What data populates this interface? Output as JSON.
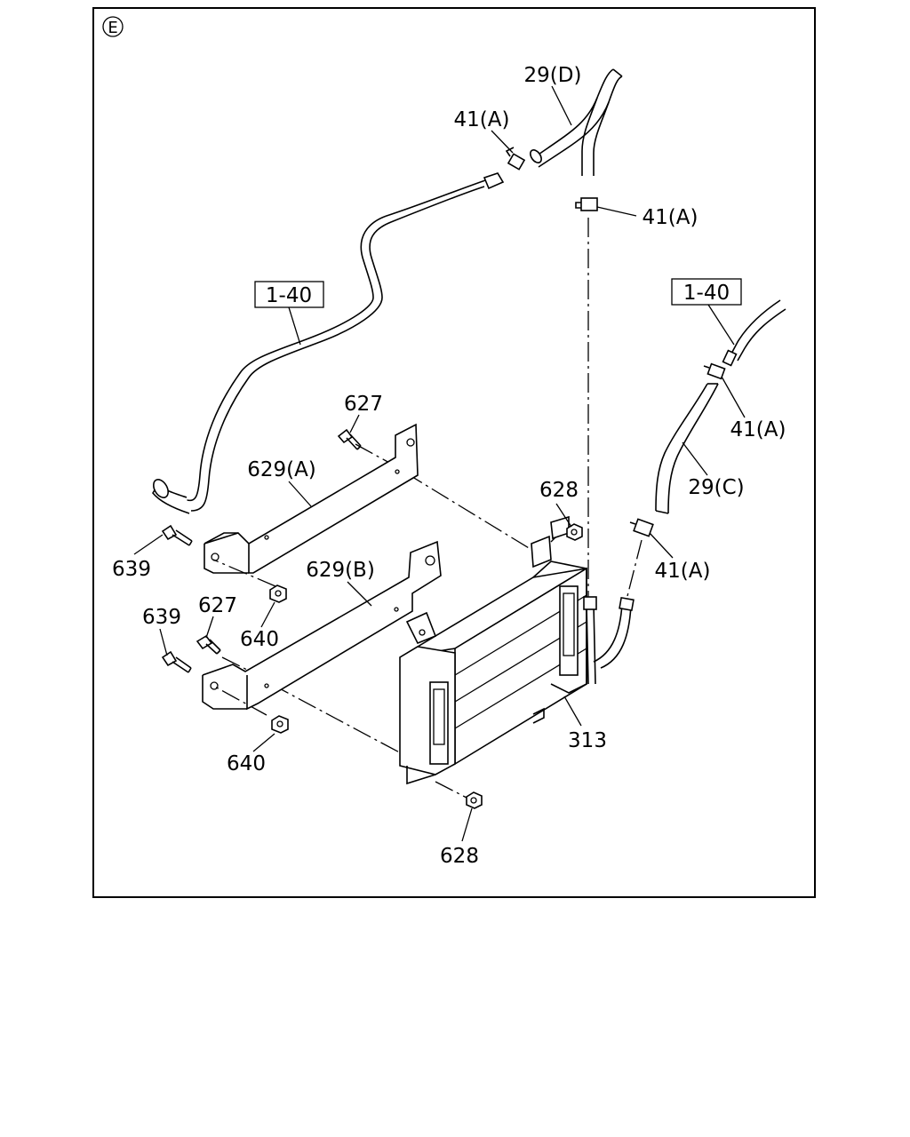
{
  "section_marker": "E",
  "callouts": {
    "hose_29d": "29(D)",
    "clamp_top_left": "41(A)",
    "clamp_top_right": "41(A)",
    "ref_left": "1-40",
    "ref_right": "1-40",
    "clamp_mid_right": "41(A)",
    "hose_29c": "29(C)",
    "clamp_lower_right": "41(A)",
    "bolt_627_upper": "627",
    "bracket_629a": "629(A)",
    "nut_628_upper": "628",
    "bolt_639_upper": "639",
    "bracket_629b": "629(B)",
    "bolt_627_lower": "627",
    "nut_640_upper": "640",
    "bolt_639_lower": "639",
    "cooler_313": "313",
    "nut_640_lower": "640",
    "nut_628_lower": "628"
  },
  "colors": {
    "line": "#000000",
    "background": "#ffffff"
  }
}
